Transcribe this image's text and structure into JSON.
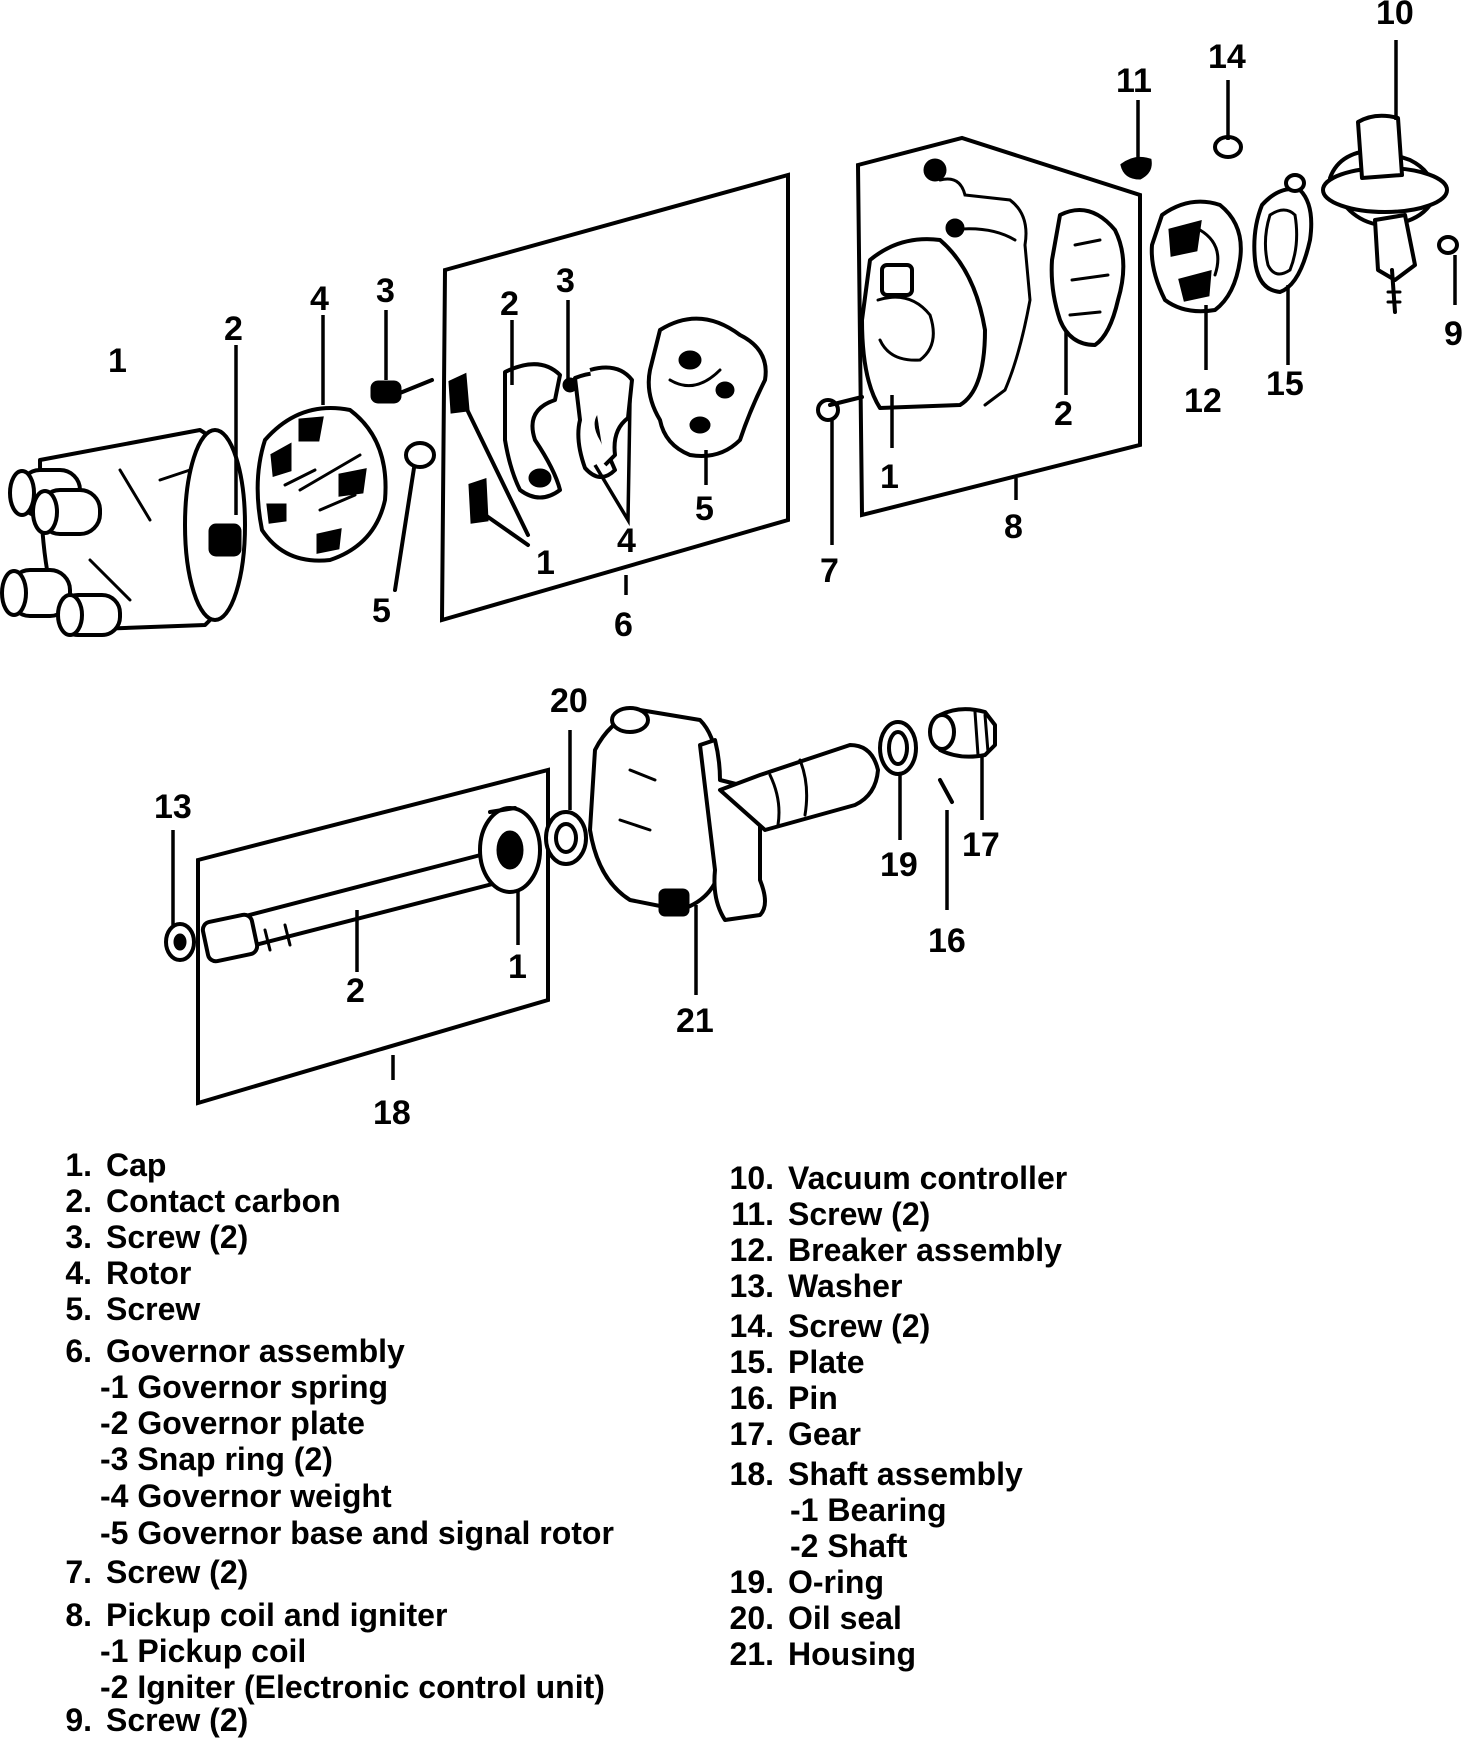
{
  "callouts": {
    "c1a": "1",
    "c2a": "2",
    "c4a": "4",
    "c3a": "3",
    "c5a": "5",
    "c2b": "2",
    "c3b": "3",
    "c4b": "4",
    "c5b": "5",
    "c1b": "1",
    "c6": "6",
    "c7": "7",
    "c1c": "1",
    "c8": "8",
    "c2c": "2",
    "c11": "11",
    "c14": "14",
    "c10": "10",
    "c12": "12",
    "c15": "15",
    "c9": "9",
    "c13": "13",
    "c2d": "2",
    "c1d": "1",
    "c18": "18",
    "c20": "20",
    "c21": "21",
    "c19": "19",
    "c16": "16",
    "c17": "17"
  },
  "legend_left": [
    {
      "num": "1.",
      "text": "Cap"
    },
    {
      "num": "2.",
      "text": "Contact carbon"
    },
    {
      "num": "3.",
      "text": "Screw (2)"
    },
    {
      "num": "4.",
      "text": "Rotor"
    },
    {
      "num": "5.",
      "text": "Screw"
    },
    {
      "num": "6.",
      "text": "Governor assembly"
    },
    {
      "num": "",
      "text": "-1 Governor spring"
    },
    {
      "num": "",
      "text": "-2 Governor plate"
    },
    {
      "num": "",
      "text": "-3 Snap ring (2)"
    },
    {
      "num": "",
      "text": "-4 Governor weight"
    },
    {
      "num": "",
      "text": "-5 Governor base and signal rotor"
    },
    {
      "num": "7.",
      "text": "Screw (2)"
    },
    {
      "num": "8.",
      "text": "Pickup coil and igniter"
    },
    {
      "num": "",
      "text": "-1 Pickup coil"
    },
    {
      "num": "",
      "text": "-2 Igniter (Electronic control unit)"
    },
    {
      "num": "9.",
      "text": "Screw (2)"
    }
  ],
  "legend_right": [
    {
      "num": "10.",
      "text": "Vacuum controller"
    },
    {
      "num": "11.",
      "text": "Screw (2)"
    },
    {
      "num": "12.",
      "text": "Breaker assembly"
    },
    {
      "num": "13.",
      "text": "Washer"
    },
    {
      "num": "14.",
      "text": "Screw (2)"
    },
    {
      "num": "15.",
      "text": "Plate"
    },
    {
      "num": "16.",
      "text": "Pin"
    },
    {
      "num": "17.",
      "text": "Gear"
    },
    {
      "num": "18.",
      "text": "Shaft assembly"
    },
    {
      "num": "",
      "text": "-1 Bearing"
    },
    {
      "num": "",
      "text": "-2 Shaft"
    },
    {
      "num": "19.",
      "text": "O-ring"
    },
    {
      "num": "20.",
      "text": "Oil seal"
    },
    {
      "num": "21.",
      "text": "Housing"
    }
  ]
}
